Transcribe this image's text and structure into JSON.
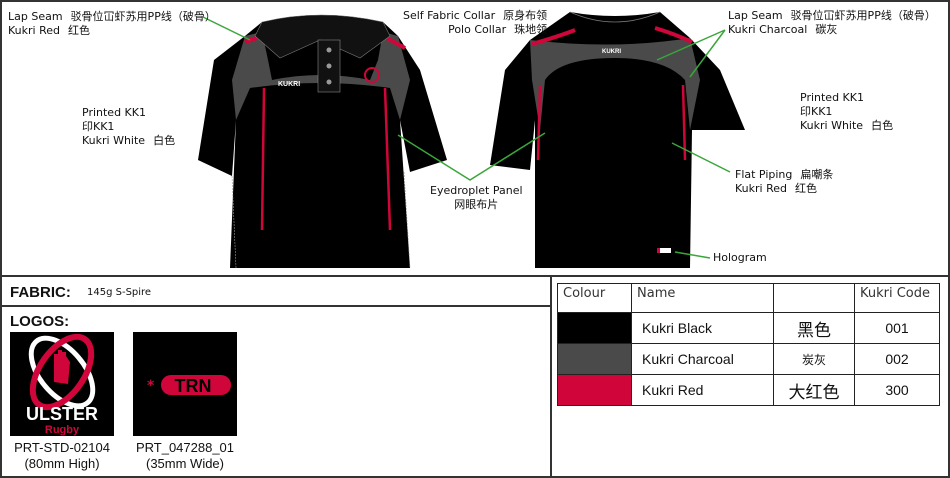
{
  "callouts": {
    "lap_seam_front": {
      "en": "Lap Seam",
      "cn": "驳骨位冚虾苏用PP线（破骨）",
      "en2": "Kukri Red",
      "cn2": "红色"
    },
    "collar": {
      "en": "Self Fabric Collar",
      "cn": "原身布领",
      "en2": "Polo Collar",
      "cn2": "珠地领"
    },
    "printed_front": {
      "en": "Printed KK1",
      "cn": "印KK1",
      "en2": "Kukri White",
      "cn2": "白色"
    },
    "eyedroplet": {
      "en": "Eyedroplet Panel",
      "cn": "网眼布片"
    },
    "lap_seam_back": {
      "en": "Lap Seam",
      "cn": "驳骨位冚虾苏用PP线（破骨）",
      "en2": "Kukri Charcoal",
      "cn2": "碳灰"
    },
    "printed_back": {
      "en": "Printed KK1",
      "cn": "印KK1",
      "en2": "Kukri White",
      "cn2": "白色"
    },
    "flat_piping": {
      "en": "Flat Piping",
      "cn": "扁嘲条",
      "en2": "Kukri Red",
      "cn2": "红色"
    },
    "hologram": {
      "en": "Hologram"
    }
  },
  "shirt_brand": "KUKRI",
  "fabric": {
    "label": "FABRIC:",
    "value": "145g S-Spire"
  },
  "logos": {
    "label": "LOGOS:",
    "items": [
      {
        "code": "PRT-STD-02104",
        "size": "(80mm High)",
        "text": "ULSTER",
        "sub": "Rugby"
      },
      {
        "code": "PRT_047288_01",
        "size": "(35mm Wide)",
        "text": "TRN"
      }
    ]
  },
  "colour_table": {
    "headers": [
      "Colour",
      "Name",
      "",
      "Kukri Code"
    ],
    "rows": [
      {
        "swatch": "#000000",
        "name": "Kukri Black",
        "cn": "黑色",
        "code": "001"
      },
      {
        "swatch": "#4a4a4a",
        "name": "Kukri Charcoal",
        "cn": "炭灰",
        "code": "002"
      },
      {
        "swatch": "#d0063a",
        "name": "Kukri Red",
        "cn": "大红色",
        "code": "300"
      }
    ]
  }
}
